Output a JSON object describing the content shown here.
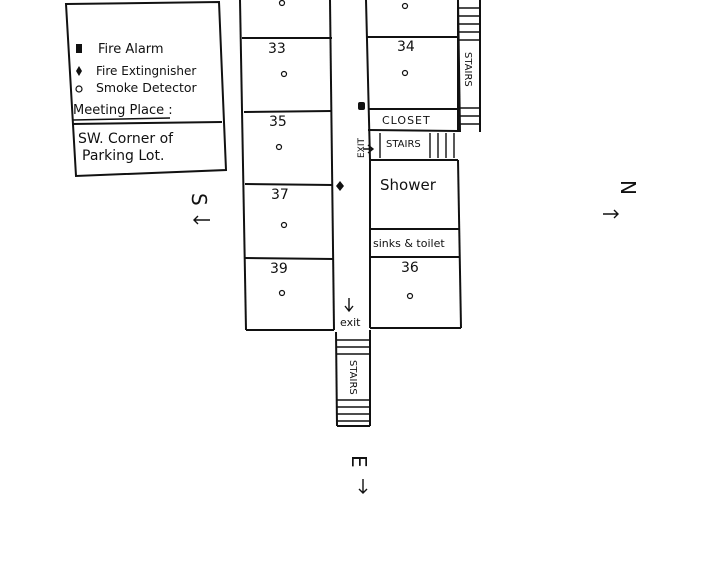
{
  "legend": {
    "fire_alarm": "Fire Alarm",
    "fire_extinguisher": "Fire Extingnisher",
    "smoke_detector": "Smoke Detector",
    "meeting_place_label": "Meeting Place :",
    "meeting_place_line1": "SW. Corner of",
    "meeting_place_line2": "Parking Lot."
  },
  "rooms": {
    "r33": "33",
    "r34": "34",
    "r35": "35",
    "r36": "36",
    "r37": "37",
    "r39": "39"
  },
  "areas": {
    "closet": "CLOSET",
    "stairs_small": "STAIRS",
    "stairs_right": "STAIRS",
    "stairs_bottom": "STAIRS",
    "shower": "Shower",
    "sinks_toilet": "sinks & toilet",
    "exit_side": "EXIT",
    "exit_bottom": "exit"
  },
  "compass": {
    "south": "S",
    "north": "N",
    "east": "E"
  },
  "colors": {
    "ink": "#111111",
    "paper": "#ffffff"
  }
}
